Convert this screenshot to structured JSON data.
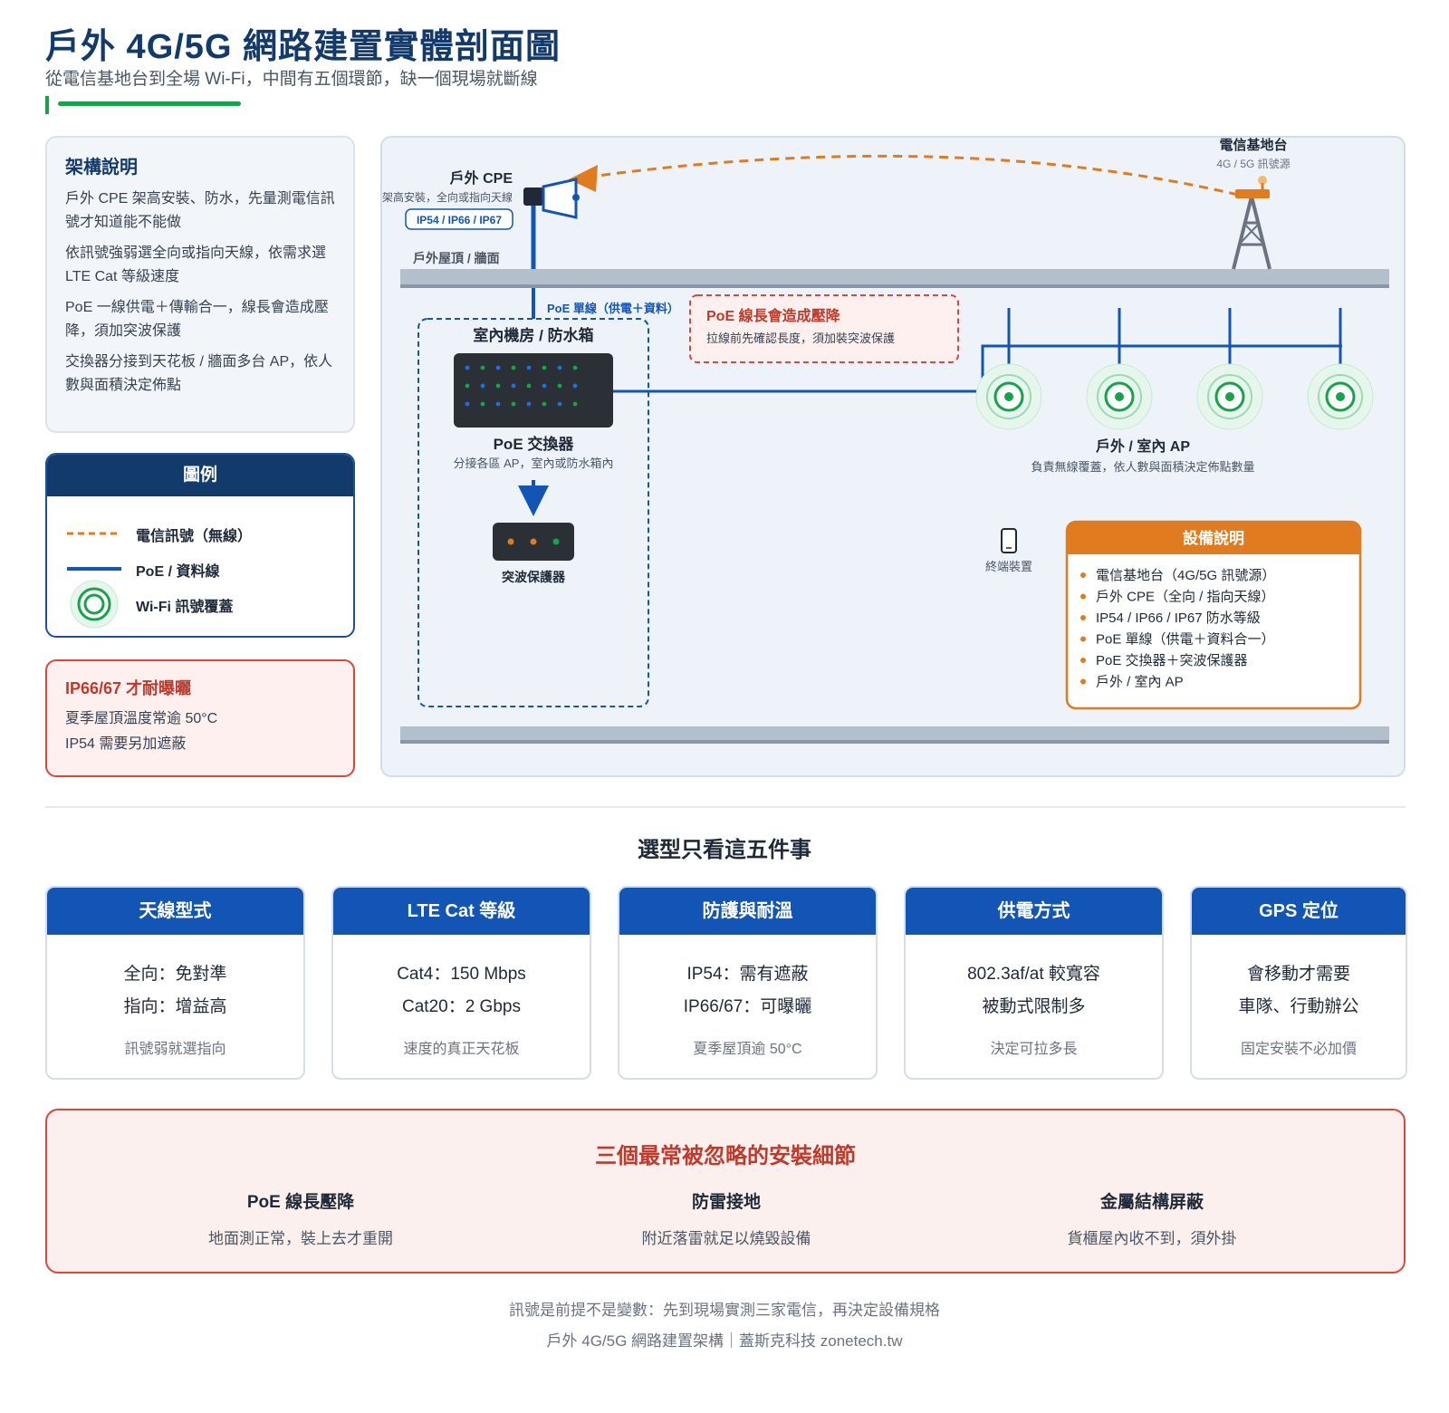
{
  "header": {
    "title": "戶外 4G/5G 網路建置實體剖面圖",
    "subtitle": "從電信基地台到全場 Wi-Fi，中間有五個環節，缺一個現場就斷線"
  },
  "architecture": {
    "heading": "架構說明",
    "paragraphs": [
      "戶外 CPE 架高安裝、防水，先量測電信訊號才知道能不能做",
      "依訊號強弱選全向或指向天線，依需求選 LTE Cat 等級速度",
      "PoE 一線供電＋傳輸合一，線長會造成壓降，須加突波保護",
      "交換器分接到天花板 / 牆面多台 AP，依人數與面積決定佈點"
    ]
  },
  "legend": {
    "heading": "圖例",
    "items": [
      {
        "label": "電信訊號（無線）",
        "color": "#e07b1f"
      },
      {
        "label": "PoE / 資料線",
        "color": "#1355b5"
      },
      {
        "label": "Wi-Fi 訊號覆蓋",
        "color": "#16a34a"
      }
    ]
  },
  "ip_warning": {
    "heading": "IP66/67 才耐曝曬",
    "lines": [
      "夏季屋頂溫度常逾 50°C",
      "IP54 需要另加遮蔽"
    ]
  },
  "diagram": {
    "tower_title": "電信基地台",
    "tower_sub": "4G / 5G 訊號源",
    "cpe_title": "戶外 CPE",
    "cpe_sub": "架高安裝，全向或指向天線",
    "cpe_badge": "IP54 / IP66 / IP67",
    "roof_label": "戶外屋頂 / 牆面",
    "poe_cable_label": "PoE 單線（供電＋資料）",
    "poe_warn_title": "PoE 線長會造成壓降",
    "poe_warn_sub": "拉線前先確認長度，須加裝突波保護",
    "room_title": "室內機房 / 防水箱",
    "switch_title": "PoE 交換器",
    "switch_sub": "分接各區 AP，室內或防水箱內",
    "surge_title": "突波保護器",
    "ap_title": "戶外 / 室內 AP",
    "ap_sub": "負責無線覆蓋，依人數與面積決定佈點數量",
    "ap_count": 4,
    "device_label": "終端裝置",
    "equip_title": "設備說明",
    "equip_items": [
      "電信基地台（4G/5G 訊號源）",
      "戶外 CPE（全向 / 指向天線）",
      "IP54 / IP66 / IP67 防水等級",
      "PoE 單線（供電＋資料合一）",
      "PoE 交換器＋突波保護器",
      "戶外 / 室內 AP"
    ]
  },
  "selection": {
    "heading": "選型只看這五件事",
    "cards": [
      {
        "title": "天線型式",
        "line1": "全向：免對準",
        "line2": "指向：增益高",
        "note": "訊號弱就選指向"
      },
      {
        "title": "LTE Cat 等級",
        "line1": "Cat4：150 Mbps",
        "line2": "Cat20：2 Gbps",
        "note": "速度的真正天花板"
      },
      {
        "title": "防護與耐溫",
        "line1": "IP54：需有遮蔽",
        "line2": "IP66/67：可曝曬",
        "note": "夏季屋頂逾 50°C"
      },
      {
        "title": "供電方式",
        "line1": "802.3af/at 較寬容",
        "line2": "被動式限制多",
        "note": "決定可拉多長"
      },
      {
        "title": "GPS 定位",
        "line1": "會移動才需要",
        "line2": "車隊、行動辦公",
        "note": "固定安裝不必加價"
      }
    ]
  },
  "details": {
    "heading": "三個最常被忽略的安裝細節",
    "items": [
      {
        "title": "PoE 線長壓降",
        "desc": "地面測正常，裝上去才重開"
      },
      {
        "title": "防雷接地",
        "desc": "附近落雷就足以燒毀設備"
      },
      {
        "title": "金屬結構屏蔽",
        "desc": "貨櫃屋內收不到，須外掛"
      }
    ]
  },
  "footer": {
    "line1": "訊號是前提不是變數：先到現場實測三家電信，再決定設備規格",
    "line2": "戶外 4G/5G 網路建置架構｜蓋斯克科技 zonetech.tw"
  },
  "colors": {
    "navy": "#123a6b",
    "blue": "#1355b5",
    "orange": "#e07b1f",
    "green": "#16a34a",
    "red": "#c0392b"
  }
}
